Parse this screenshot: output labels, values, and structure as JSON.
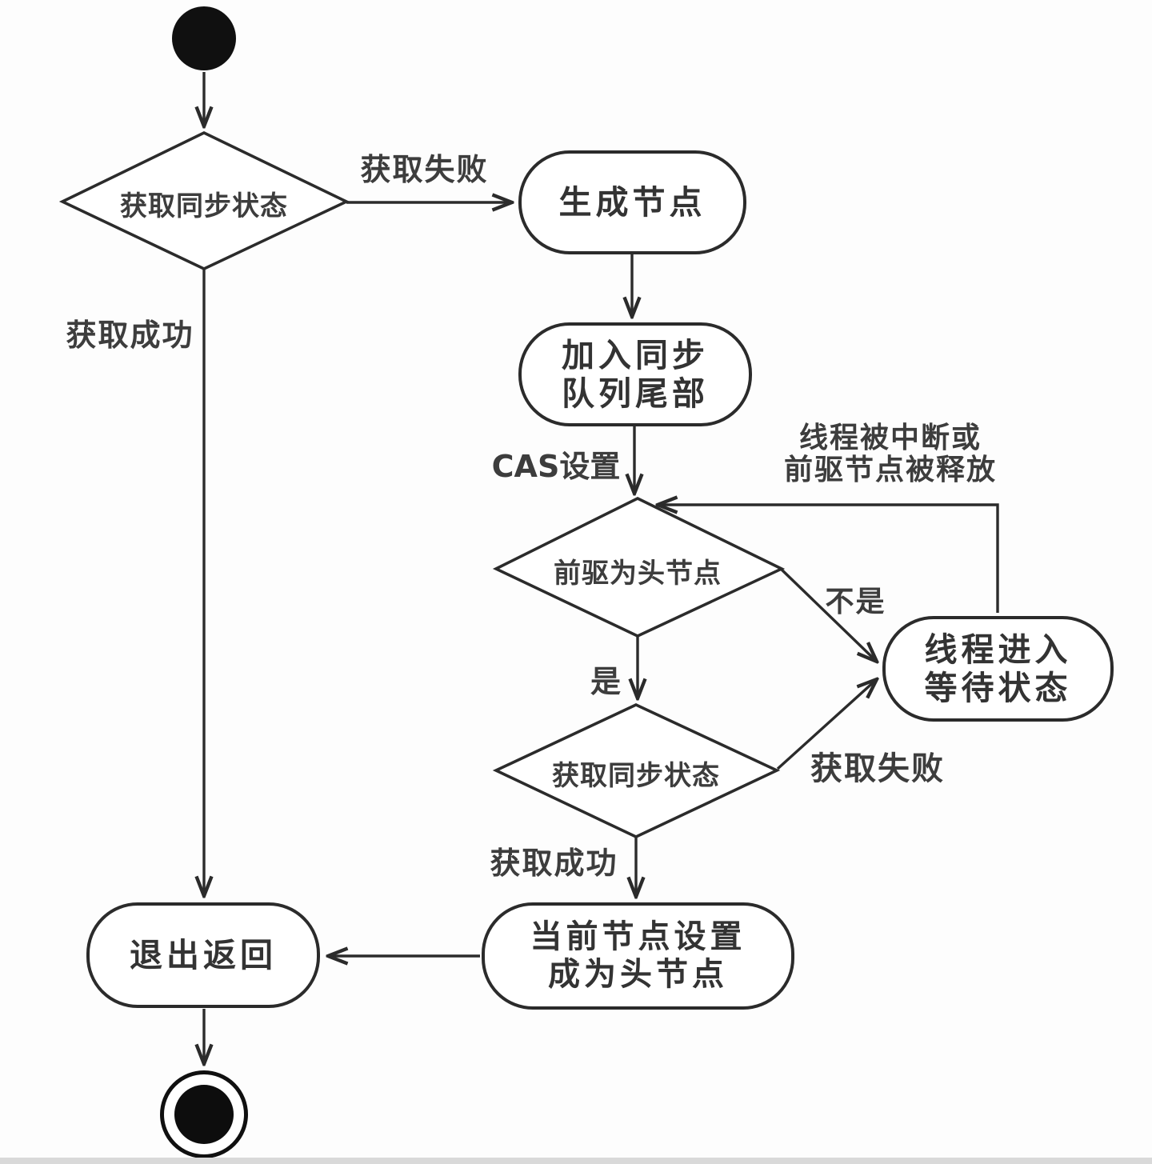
{
  "diagram": {
    "title": "AQS acquire activity flow",
    "colors": {
      "background": "#fdfdfd",
      "line": "#2b2b2b",
      "text": "#3d3d3d",
      "node_fill": "#ffffff"
    },
    "nodes": {
      "start": {
        "type": "initial-node"
      },
      "decision_acquire_sync_top": {
        "label": "获取同步状态"
      },
      "create_node": {
        "label": "生成节点"
      },
      "enqueue_tail": {
        "label": "加入同步\n队列尾部"
      },
      "decision_predecessor_head": {
        "label": "前驱为头节点"
      },
      "thread_wait": {
        "label": "线程进入\n等待状态"
      },
      "decision_acquire_sync_mid": {
        "label": "获取同步状态"
      },
      "set_head_node": {
        "label": "当前节点设置\n成为头节点"
      },
      "exit_return": {
        "label": "退出返回"
      },
      "end": {
        "type": "final-node"
      }
    },
    "edge_labels": {
      "acquire_fail_top": "获取失败",
      "acquire_success_left": "获取成功",
      "cas_set": "CAS设置",
      "interrupted_or_released": "线程被中断或\n前驱节点被释放",
      "not_head": "不是",
      "is_head": "是",
      "acquire_fail_mid": "获取失败",
      "acquire_success_mid": "获取成功"
    }
  }
}
